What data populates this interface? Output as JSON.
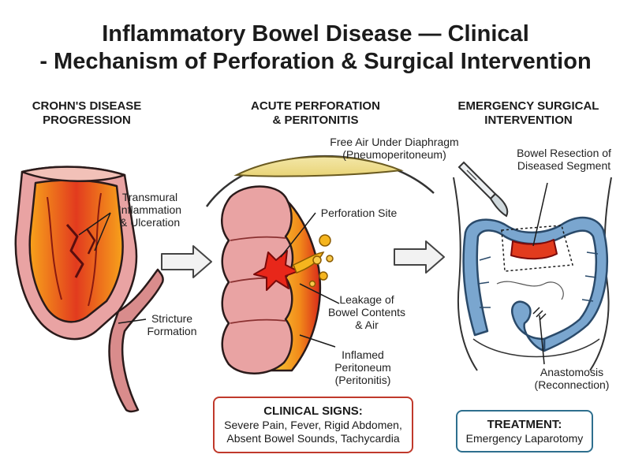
{
  "title": {
    "line1": "Inflammatory Bowel Disease — Clinical",
    "line2": "- Mechanism of Perforation & Surgical Intervention"
  },
  "sections": {
    "crohns": {
      "line1": "CROHN'S DISEASE",
      "line2": "PROGRESSION"
    },
    "perforation": {
      "line1": "ACUTE PERFORATION",
      "line2": "& PERITONITIS"
    },
    "surgery": {
      "line1": "EMERGENCY SURGICAL",
      "line2": "INTERVENTION"
    }
  },
  "labels": {
    "transmural": {
      "l1": "Transmural",
      "l2": "Inflammation",
      "l3": "& Ulceration"
    },
    "stricture": {
      "l1": "Stricture",
      "l2": "Formation"
    },
    "free_air": {
      "l1": "Free Air Under Diaphragm",
      "l2": "(Pneumoperitoneum)"
    },
    "perforation_site": "Perforation Site",
    "leakage": {
      "l1": "Leakage of",
      "l2": "Bowel Contents",
      "l3": "& Air"
    },
    "inflamed": {
      "l1": "Inflamed",
      "l2": "Peritoneum",
      "l3": "(Peritonitis)"
    },
    "resection": {
      "l1": "Bowel Resection of",
      "l2": "Diseased Segment"
    },
    "anastomosis": {
      "l1": "Anastomosis",
      "l2": "(Reconnection)"
    }
  },
  "boxes": {
    "clinical": {
      "title": "CLINICAL SIGNS:",
      "l1": "Severe Pain, Fever, Rigid Abdomen,",
      "l2": "Absent Bowel Sounds, Tachycardia"
    },
    "treatment": {
      "title": "TREATMENT:",
      "l1": "Emergency Laparotomy"
    }
  },
  "colors": {
    "clinical_border": "#c0392b",
    "treatment_border": "#2e6f8e",
    "bowel_pink": "#e9a3a3",
    "inflamed_red": "#e23b1e",
    "inflamed_orange": "#f7a21b",
    "colon_blue": "#7aa6cf"
  }
}
